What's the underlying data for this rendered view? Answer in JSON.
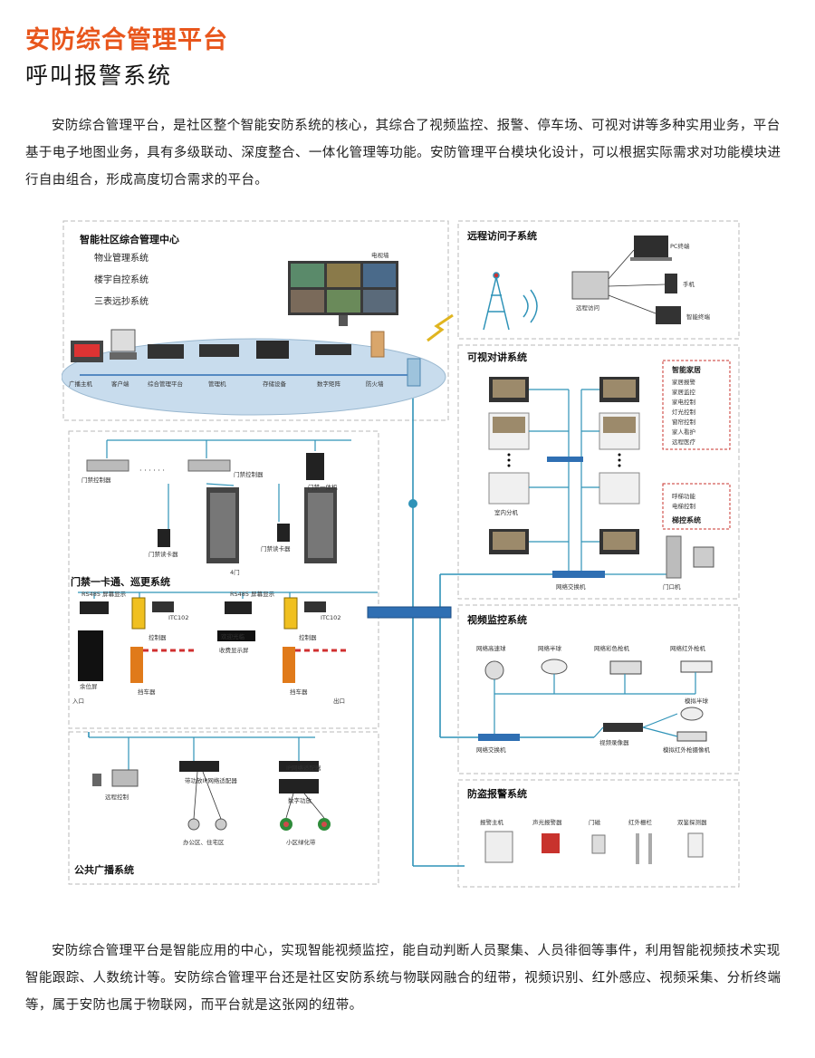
{
  "header": {
    "title": "安防综合管理平台",
    "subtitle": "呼叫报警系统"
  },
  "intro_paragraph": "安防综合管理平台，是社区整个智能安防系统的核心，其综合了视频监控、报警、停车场、可视对讲等多种实用业务，平台基于电子地图业务，具有多级联动、深度整合、一体化管理等功能。安防管理平台模块化设计，可以根据实际需求对功能模块进行自由组合，形成高度切合需求的平台。",
  "closing_paragraph": "安防综合管理平台是智能应用的中心，实现智能视频监控，能自动判断人员聚集、人员徘徊等事件，利用智能视频技术实现智能跟踪、人数统计等。安防综合管理平台还是社区安防系统与物联网融合的纽带，视频识别、红外感应、视频采集、分析终端等，属于安防也属于物联网，而平台就是这张网的纽带。",
  "diagram": {
    "center": {
      "title": "智能社区综合管理中心",
      "systems": [
        "物业管理系统",
        "楼宇自控系统",
        "三表远抄系统"
      ],
      "wall_label": "电视墙",
      "devices": [
        "广播主机",
        "客户端",
        "综合管理平台",
        "管理机",
        "存储设备",
        "数字矩阵",
        "防火墙"
      ]
    },
    "remote": {
      "title": "远程访问子系统",
      "pc": "PC终端",
      "phone": "手机",
      "smart": "智能终端",
      "remote_access": "远程访问"
    },
    "intercom": {
      "title": "可视对讲系统",
      "indoor": "室内分机",
      "switch": "网络交换机",
      "door_station": "门口机",
      "smart_home": {
        "title": "智能家居",
        "items": [
          "家居报警",
          "家居监控",
          "家电控制",
          "灯光控制",
          "窗帘控制",
          "家人看护",
          "远程医疗"
        ]
      },
      "elevator": {
        "items": [
          "呼梯功能",
          "电梯控制"
        ],
        "title": "梯控系统"
      }
    },
    "access": {
      "title": "门禁一卡通、巡更系统",
      "controller1": "门禁控制器",
      "controller2": "门禁控制器",
      "all_in_one": "门禁一体机",
      "reader1": "门禁读卡器",
      "reader2": "门禁读卡器",
      "door": "4门",
      "display_left": "RS485 屏幕显示",
      "display_right": "RS485 屏幕显示",
      "itc_left": "ITC102",
      "itc_right": "ITC102",
      "ctrl_left": "控制器",
      "ctrl_right": "控制器",
      "led_text": "欢迎光临",
      "fee_display": "收费显示屏",
      "barrier_left": "挡车器",
      "barrier_right": "挡车器",
      "entry_machine": "余位屏",
      "entrance": "入口",
      "exit": "出口"
    },
    "video": {
      "title": "视频监控系统",
      "cams": [
        "网络高速球",
        "网络半球",
        "网络彩色枪机",
        "网络红外枪机"
      ],
      "switch": "网络交换机",
      "recorder": "视频录像器",
      "analog_dome": "模拟半球",
      "analog_ir": "模拟红外枪摄像机"
    },
    "broadcast": {
      "title": "公共广播系统",
      "remote_control": "远程控制",
      "amp1": "带功放IP网络适配器",
      "amp2": "IP网络适配器",
      "digital_amp": "数字功放",
      "zone1": "办公区、住宅区",
      "zone2": "小区绿化带"
    },
    "alarm": {
      "title": "防盗报警系统",
      "devices": [
        "报警主机",
        "声光报警器",
        "门磁",
        "红外栅栏",
        "双鉴探测器"
      ]
    },
    "colors": {
      "line": "#2f93b8",
      "box_border": "#b9b9b9",
      "ellipse": "#c8dced",
      "switch": "#2f6fb3",
      "title_orange": "#e8561c",
      "smart_home_red": "#c8332d"
    }
  }
}
